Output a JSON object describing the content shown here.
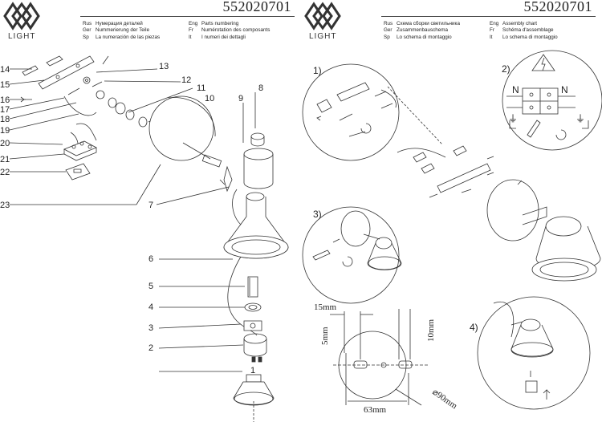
{
  "brand": {
    "wordmark": "LIGHT"
  },
  "article_number": "552020701",
  "parts_panel": {
    "legend_left": [
      {
        "code": "Rus",
        "text": "Нумерация деталей"
      },
      {
        "code": "Ger",
        "text": "Nummerierung der Teile"
      },
      {
        "code": "Sp",
        "text": "La numeración de las piezas"
      }
    ],
    "legend_right": [
      {
        "code": "Eng",
        "text": "Parts numbering"
      },
      {
        "code": "Fr",
        "text": "Numérotation des composants"
      },
      {
        "code": "It",
        "text": "I numeri dei dettagli"
      }
    ],
    "part_numbers": [
      "1",
      "2",
      "3",
      "4",
      "5",
      "6",
      "7",
      "8",
      "9",
      "10",
      "11",
      "12",
      "13",
      "14",
      "15",
      "16",
      "17",
      "18",
      "19",
      "20",
      "21",
      "22",
      "23"
    ]
  },
  "assembly_panel": {
    "legend_left": [
      {
        "code": "Rus",
        "text": "Схема сборки светильника"
      },
      {
        "code": "Ger",
        "text": "Zusammenbauschema"
      },
      {
        "code": "Sp",
        "text": "Lo schema di montaggio"
      }
    ],
    "legend_right": [
      {
        "code": "Eng",
        "text": "Assembly chart"
      },
      {
        "code": "Fr",
        "text": "Schéma d'assemblage"
      },
      {
        "code": "It",
        "text": "Lo schema di montaggio"
      }
    ],
    "steps": [
      "1)",
      "2)",
      "3)",
      "4)"
    ],
    "terminal_labels": {
      "neutral": "N",
      "ground": "⏚"
    },
    "dimensions": {
      "offset": "15mm",
      "slot_width": "5mm",
      "slot_length": "10mm",
      "spacing": "63mm",
      "diameter": "⌀90mm"
    }
  }
}
